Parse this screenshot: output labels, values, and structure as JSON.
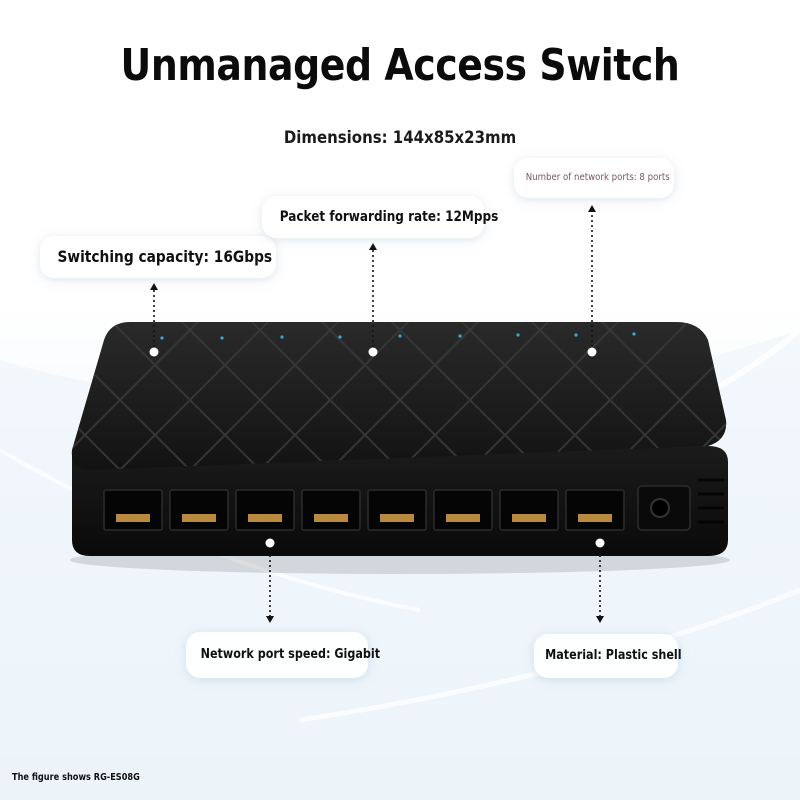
{
  "title": "Unmanaged Access Switch",
  "dimensions": "Dimensions: 144x85x23mm",
  "callouts": {
    "switching_capacity": "Switching capacity: 16Gbps",
    "packet_forwarding": "Packet forwarding rate: 12Mpps",
    "network_ports": "Number of network ports: 8 ports",
    "port_speed": "Network port speed: Gigabit",
    "material": "Material: Plastic shell"
  },
  "footer": "The figure shows RG-ES08G",
  "product": {
    "port_count": 8,
    "led_color": "#3aa6d8",
    "body_color": "#1a1a1a"
  }
}
